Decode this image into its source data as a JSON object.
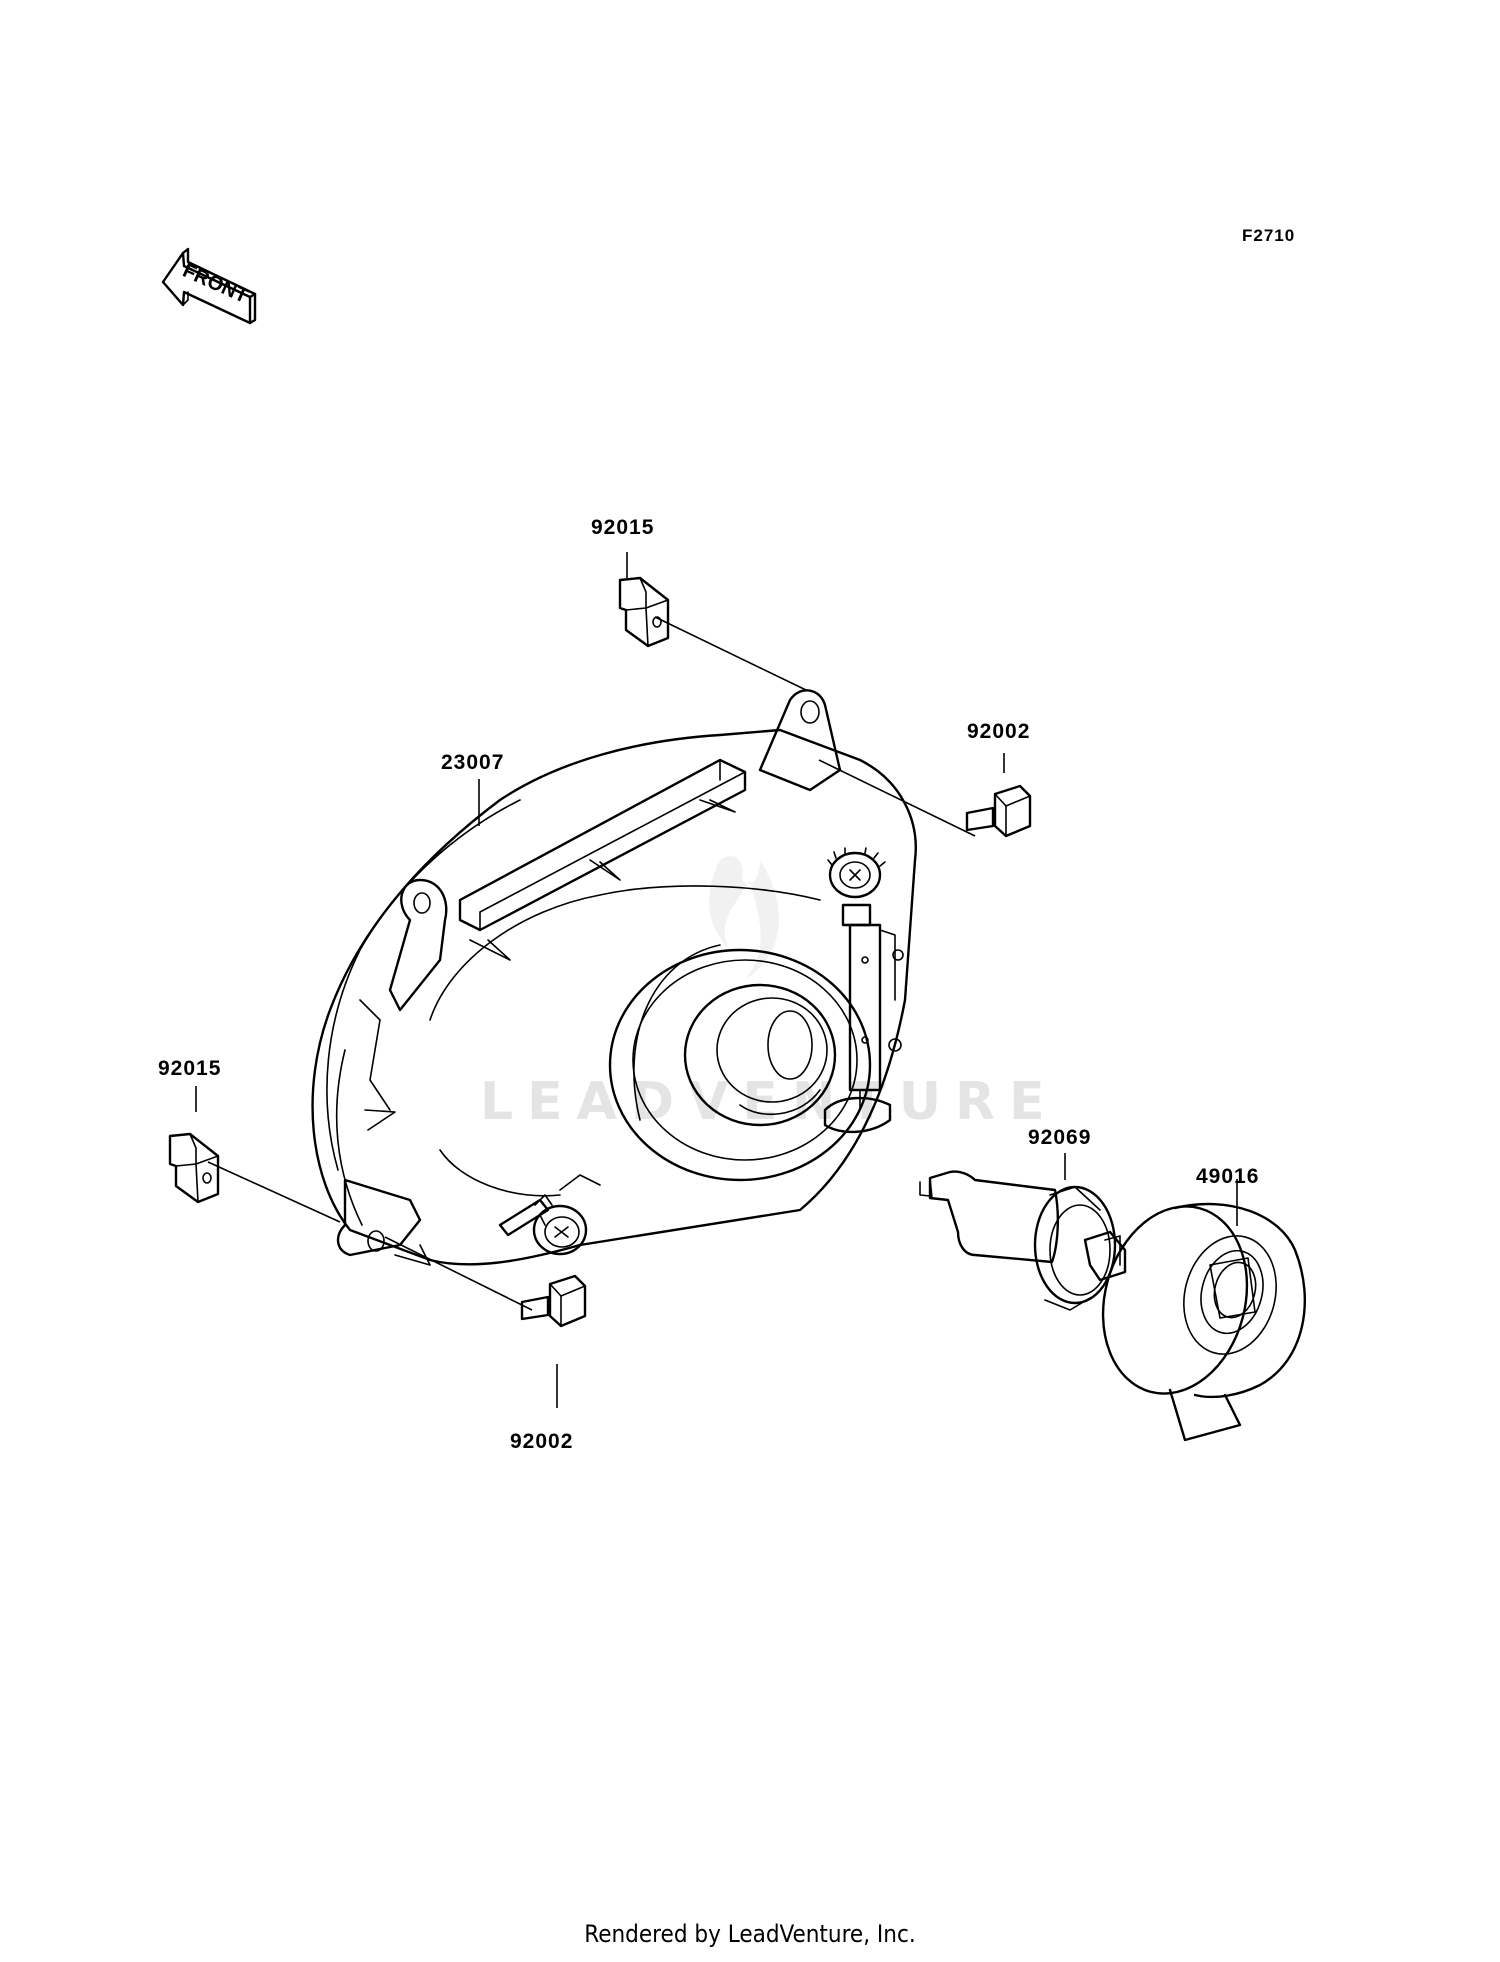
{
  "figure_code": "F2710",
  "front_marker": "FRONT",
  "watermark": "LEADVENTURE",
  "parts": [
    {
      "id": "clip-top",
      "number": "92015"
    },
    {
      "id": "bolt-top",
      "number": "92002"
    },
    {
      "id": "headlight-unit",
      "number": "23007"
    },
    {
      "id": "clip-left",
      "number": "92015"
    },
    {
      "id": "bulb",
      "number": "92069"
    },
    {
      "id": "cap",
      "number": "49016"
    },
    {
      "id": "bolt-bottom",
      "number": "92002"
    }
  ],
  "footer": "Rendered by LeadVenture, Inc."
}
